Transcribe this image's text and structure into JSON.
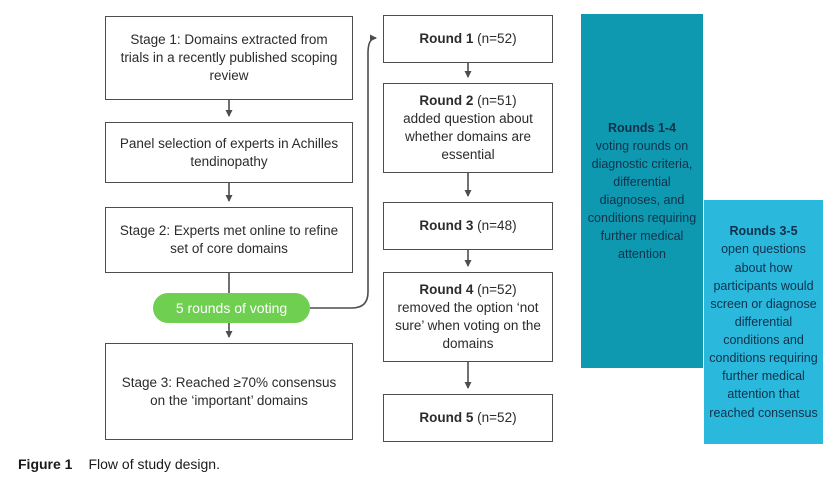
{
  "figure": {
    "caption_label": "Figure 1",
    "caption_text": "Flow of study design."
  },
  "stages": [
    {
      "text": "Stage 1: Domains extracted from trials in a recently published scoping review"
    },
    {
      "text": "Panel selection of experts in Achilles tendinopathy"
    },
    {
      "text": "Stage 2: Experts met online to refine set of core domains"
    },
    {
      "text": "Stage 3: Reached ≥70% consensus on the ‘important’ domains"
    }
  ],
  "voting_pill": {
    "label": "5 rounds of voting"
  },
  "rounds": [
    {
      "title": "Round 1",
      "n": "(n=52)",
      "note": ""
    },
    {
      "title": "Round 2",
      "n": "(n=51)",
      "note": "added question about whether domains are essential"
    },
    {
      "title": "Round 3",
      "n": "(n=48)",
      "note": ""
    },
    {
      "title": "Round 4",
      "n": "(n=52)",
      "note": "removed the option ‘not sure’ when voting on the domains"
    },
    {
      "title": "Round 5",
      "n": "(n=52)",
      "note": ""
    }
  ],
  "side_notes": [
    {
      "title": "Rounds 1-4",
      "text": "voting rounds on diagnostic criteria, differential diagnoses, and conditions requiring further medical attention"
    },
    {
      "title": "Rounds 3-5",
      "text": "open questions about how participants would screen or diagnose differential conditions and conditions requiring further medical attention that reached consensus"
    }
  ],
  "palette": {
    "teal_dark": "#0f99b1",
    "teal_light": "#2ab8dc",
    "pill_green": "#6ecf51",
    "box_border": "#4d4d4d"
  }
}
